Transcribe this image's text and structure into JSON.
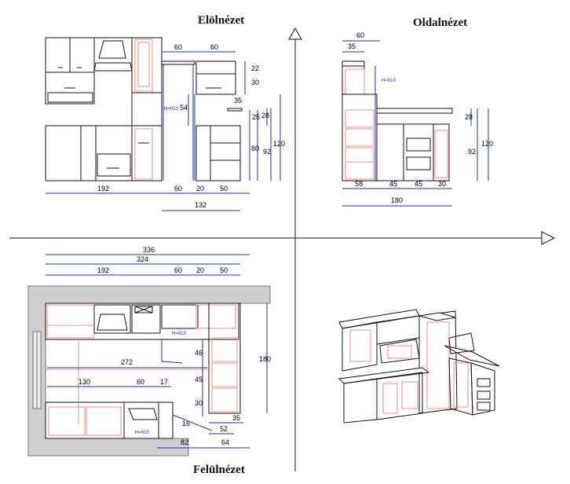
{
  "titles": {
    "front": "Elölnézet",
    "side": "Oldalnézet",
    "top": "Felülnézet"
  },
  "front_dims": {
    "top_60a": "60",
    "top_60b": "60",
    "v22": "22",
    "v30": "30",
    "v35": "35",
    "v54": "54",
    "v25": "25",
    "v28": "28",
    "v80": "80",
    "v92": "92",
    "v120": "120",
    "b192": "192",
    "b60": "60",
    "b20": "20",
    "b50": "50",
    "b132": "132",
    "tag1": "H=010"
  },
  "side_dims": {
    "t60": "60",
    "t35": "35",
    "v28": "28",
    "v92": "92",
    "v120": "120",
    "b58": "58",
    "b45a": "45",
    "b45b": "45",
    "b30": "30",
    "b180": "180",
    "tag1": "H=010"
  },
  "top_dims": {
    "t336": "336",
    "t324": "324",
    "t192": "192",
    "t60": "60",
    "t20": "20",
    "t50": "50",
    "v180": "180",
    "m272": "272",
    "m130": "130",
    "m60": "60",
    "m17": "17",
    "v46": "46",
    "v45": "45",
    "v30": "30",
    "d16": "16",
    "b35": "35",
    "b52": "52",
    "b64": "64",
    "b82": "82",
    "tag1": "H=010",
    "tag2": "H=010"
  }
}
